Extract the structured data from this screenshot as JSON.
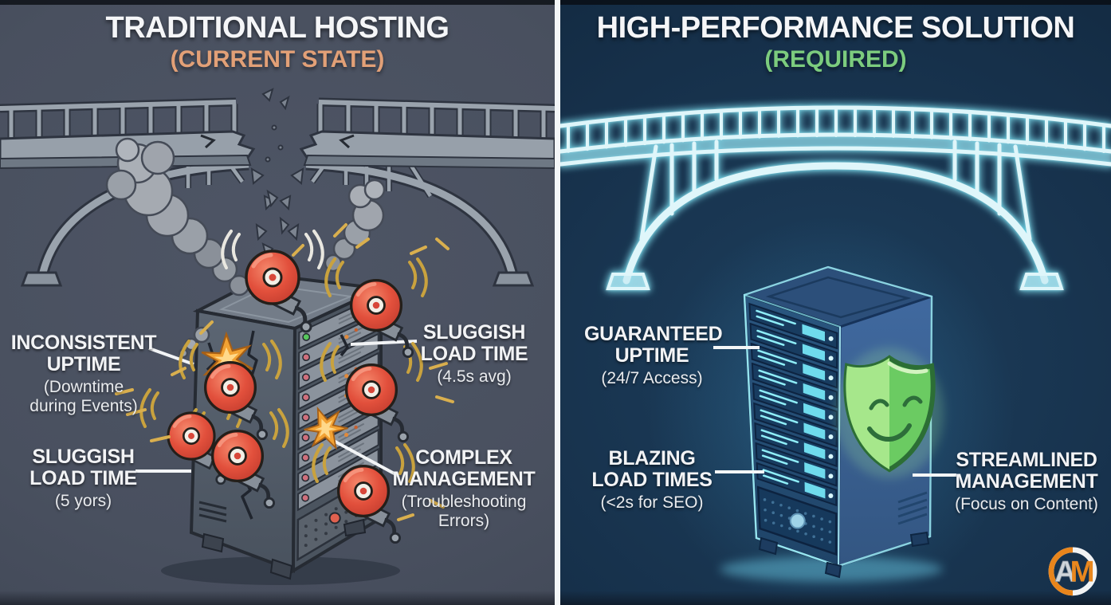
{
  "panels": {
    "left": {
      "title": "TRADITIONAL HOSTING",
      "subtitle": "(CURRENT STATE)",
      "callouts": [
        {
          "heading": "INCONSISTENT\nUPTIME",
          "detail": "(Downtime\nduring Events)"
        },
        {
          "heading": "SLUGGISH\nLOAD TIME",
          "detail": "(4.5s avg)"
        },
        {
          "heading": "SLUGGISH\nLOAD TIME",
          "detail": "(5 yors)"
        },
        {
          "heading": "COMPLEX\nMANAGEMENT",
          "detail": "(Troubleshooting\nErrors)"
        }
      ]
    },
    "right": {
      "title": "HIGH-PERFORMANCE SOLUTION",
      "subtitle": "(REQUIRED)",
      "callouts": [
        {
          "heading": "GUARANTEED\nUPTIME",
          "detail": "(24/7 Access)"
        },
        {
          "heading": "BLAZING\nLOAD TIMES",
          "detail": "(<2s for SEO)"
        },
        {
          "heading": "STREAMLINED\nMANAGEMENT",
          "detail": "(Focus on Content)"
        }
      ]
    }
  },
  "brand": {
    "letter_a": "A",
    "letter_m": "M"
  },
  "colors": {
    "left_bg": "#49505f",
    "right_bg": "#16304a",
    "divider": "#f3f6f8",
    "title_text": "#f5f6f8",
    "left_subtitle": "#e2a077",
    "right_subtitle": "#7ccc7e",
    "callout_text": "#f2f3f5",
    "alarm_red": "#e2503c",
    "spark_yellow": "#d9af4e",
    "smoke_gray": "#9aa0a8",
    "bridge_gray": "#99a2ac",
    "neon_cyan": "#7fe3f2",
    "server_gray": "#5a626c",
    "server_blue": "#2f5f95",
    "slot_cyan": "#74e4f4",
    "shield_green": "#7fd96a",
    "logo_orange": "#e8851c"
  }
}
